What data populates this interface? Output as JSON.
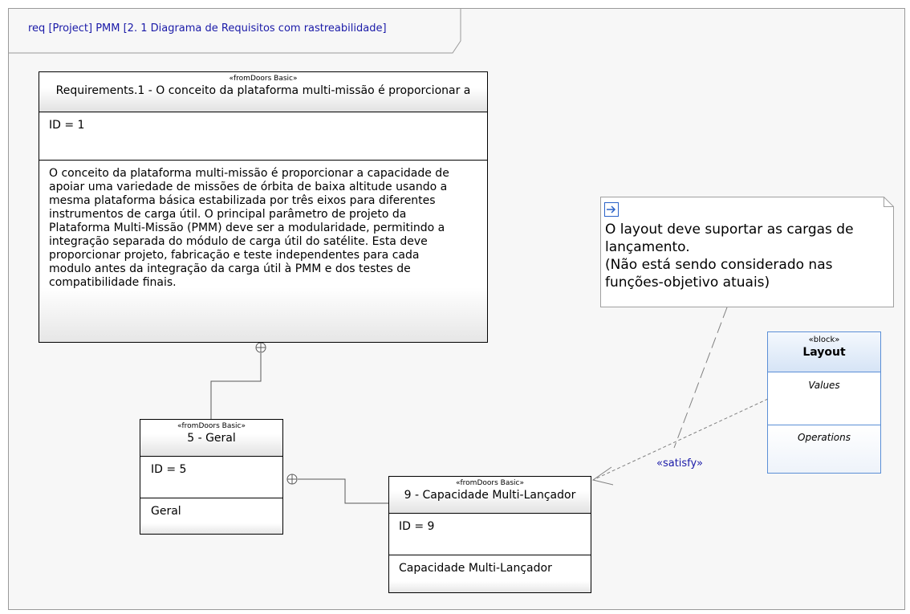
{
  "frame": {
    "title": "req [Project] PMM [2. 1 Diagrama de Requisitos com rastreabilidade]"
  },
  "requirements": {
    "req1": {
      "stereotype": "«fromDoors Basic»",
      "name": "Requirements.1 - O conceito da plataforma multi-missão é proporcionar a",
      "id": "ID = 1",
      "text_lines": [
        "O conceito da plataforma multi-missão é proporcionar a capacidade de",
        "apoiar uma variedade de missões de órbita de baixa altitude usando a",
        "mesma plataforma básica estabilizada por três eixos para diferentes",
        "instrumentos de carga útil. O principal parâmetro de projeto da",
        "Plataforma Multi-Missão (PMM) deve ser a modularidade, permitindo a",
        "integração separada do módulo de carga útil do satélite. Esta deve",
        "proporcionar projeto, fabricação e teste independentes para cada",
        "modulo antes da integração da carga útil à PMM e dos testes de",
        "compatibilidade finais."
      ]
    },
    "req5": {
      "stereotype": "«fromDoors Basic»",
      "name": "5 - Geral",
      "id": "ID = 5",
      "text": "Geral"
    },
    "req9": {
      "stereotype": "«fromDoors Basic»",
      "name": "9 - Capacidade Multi-Lançador",
      "id": "ID = 9",
      "text": "Capacidade Multi-Lançador"
    }
  },
  "block": {
    "stereotype": "«block»",
    "name": "Layout",
    "values_label": "Values",
    "operations_label": "Operations"
  },
  "note": {
    "icon": "note-link-icon",
    "lines": [
      "O layout deve suportar as cargas de",
      "lançamento.",
      "(Não está sendo considerado nas",
      "funções-objetivo atuais)"
    ]
  },
  "relations": {
    "satisfy_label": "«satisfy»"
  },
  "colors": {
    "frame_title": "#1a1aa8",
    "block_border": "#5b8fd6",
    "block_header": "#d6e4f6",
    "satisfy": "#1a1aa8",
    "connector": "#595959"
  }
}
